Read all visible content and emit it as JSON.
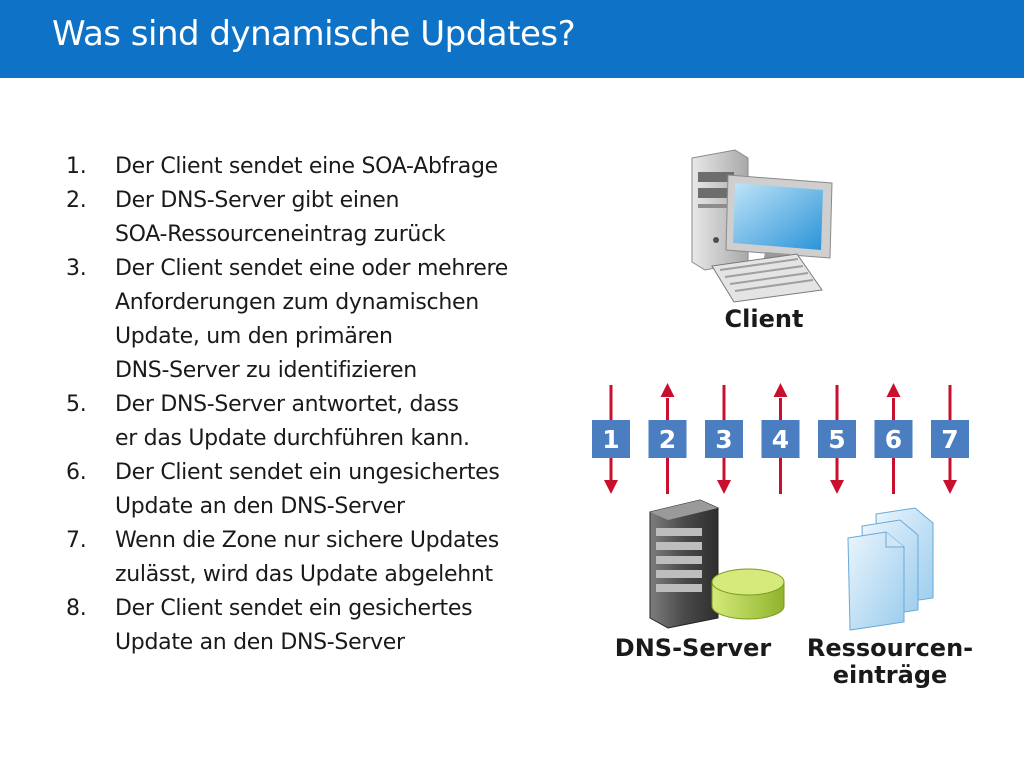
{
  "slide": {
    "title": "Was sind dynamische Updates?"
  },
  "steps": [
    {
      "num": "1.",
      "lines": [
        "Der Client sendet eine SOA-Abfrage"
      ]
    },
    {
      "num": "2.",
      "lines": [
        "Der DNS-Server gibt einen",
        "SOA-Ressourceneintrag zurück"
      ]
    },
    {
      "num": "3.",
      "lines": [
        "Der Client sendet eine oder mehrere",
        "Anforderungen zum dynamischen",
        "Update, um den primären",
        "DNS-Server zu identifizieren"
      ]
    },
    {
      "num": "5.",
      "lines": [
        "Der DNS-Server antwortet, dass",
        "er das Update durchführen kann."
      ]
    },
    {
      "num": "6.",
      "lines": [
        "Der Client sendet ein ungesichertes",
        "Update an den DNS-Server"
      ]
    },
    {
      "num": "7.",
      "lines": [
        "Wenn die Zone nur sichere Updates",
        "zulässt, wird das Update abgelehnt"
      ]
    },
    {
      "num": "8.",
      "lines": [
        "Der Client sendet ein gesichertes",
        "Update an den DNS-Server"
      ]
    }
  ],
  "diagram": {
    "client_label": "Client",
    "dns_label": "DNS-Server",
    "resource_label_line1": "Ressourcen-",
    "resource_label_line2": "einträge",
    "message_boxes": [
      {
        "label": "1",
        "direction": "down"
      },
      {
        "label": "2",
        "direction": "up"
      },
      {
        "label": "3",
        "direction": "down"
      },
      {
        "label": "4",
        "direction": "up"
      },
      {
        "label": "5",
        "direction": "down"
      },
      {
        "label": "6",
        "direction": "up"
      },
      {
        "label": "7",
        "direction": "down"
      }
    ],
    "colors": {
      "title_bar": "#0e72c6",
      "box": "#4a7ec0",
      "arrow": "#c8102e",
      "disk": "#b8d84a"
    }
  }
}
